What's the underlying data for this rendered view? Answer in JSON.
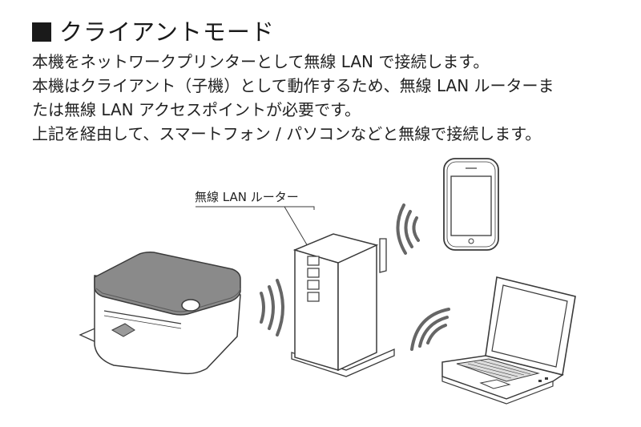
{
  "section": {
    "title": "クライアントモード"
  },
  "description": {
    "lines": [
      "本機をネットワークプリンターとして無線 LAN で接続します。",
      "本機はクライアント（子機）として動作するため、無線 LAN ルーターま",
      "たは無線 LAN アクセスポイントが必要です。",
      "上記を経由して、スマートフォン / パソコンなどと無線で接続します。"
    ]
  },
  "diagram": {
    "router_label": "無線 LAN ルーター",
    "devices": [
      "printer-icon",
      "router-icon",
      "smartphone-icon",
      "laptop-icon"
    ],
    "signal_icons": [
      "wifi-signal-icon"
    ],
    "colors": {
      "outline": "#3a3a3a",
      "printer_lid": "#8a8a8a",
      "signal": "#666666",
      "fill": "#ffffff"
    }
  }
}
